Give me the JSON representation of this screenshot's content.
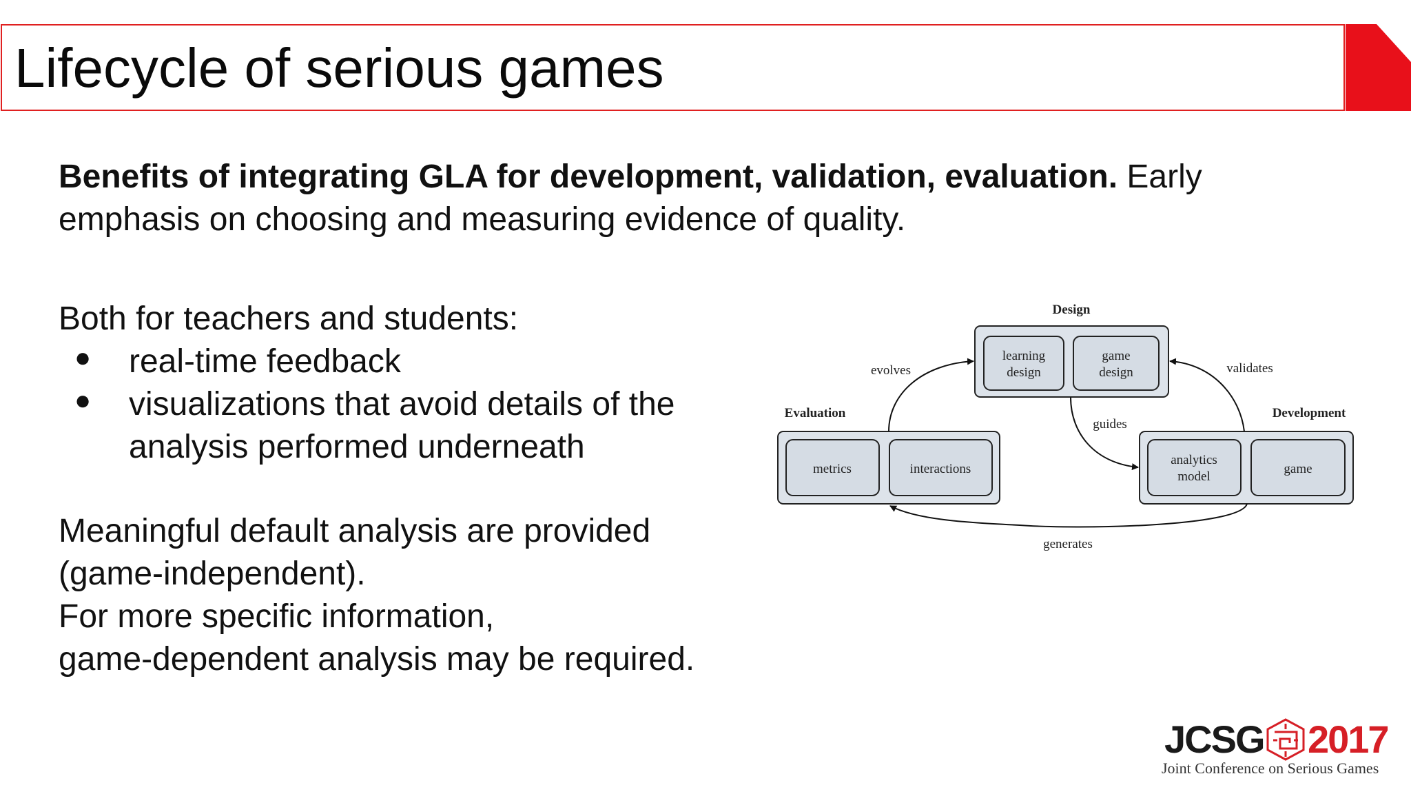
{
  "slide": {
    "title": "Lifecycle of serious games",
    "intro_bold": "Benefits of integrating GLA for development, validation, evaluation.",
    "intro_rest_line1": " Early",
    "intro_line2": "emphasis on choosing and measuring evidence of quality.",
    "both_heading": "Both for teachers and students:",
    "bullets": [
      {
        "glyph": "●",
        "lines": [
          "real-time feedback"
        ]
      },
      {
        "glyph": "●",
        "lines": [
          "visualizations that avoid details of the",
          "analysis performed underneath"
        ]
      }
    ],
    "closing_lines": [
      "Meaningful default analysis are provided",
      "(game-independent).",
      "For more specific information,",
      "game-dependent analysis may be required."
    ]
  },
  "diagram": {
    "groups": {
      "design": {
        "label": "Design",
        "items": [
          [
            "learning",
            "design"
          ],
          [
            "game",
            "design"
          ]
        ]
      },
      "evaluation": {
        "label": "Evaluation",
        "items": [
          [
            "metrics"
          ],
          [
            "interactions"
          ]
        ]
      },
      "development": {
        "label": "Development",
        "items": [
          [
            "analytics",
            "model"
          ],
          [
            "game"
          ]
        ]
      }
    },
    "edges": {
      "evolves": "evolves",
      "validates": "validates",
      "guides": "guides",
      "generates": "generates"
    }
  },
  "logo": {
    "left": "JCSG",
    "right": "2017",
    "subtitle": "Joint Conference on Serious Games",
    "colors": {
      "dark": "#1a1a1a",
      "red": "#d61f26"
    }
  },
  "colors": {
    "accent": "#e02020",
    "box_fill": "#dde3ea",
    "box_stroke": "#222222"
  }
}
